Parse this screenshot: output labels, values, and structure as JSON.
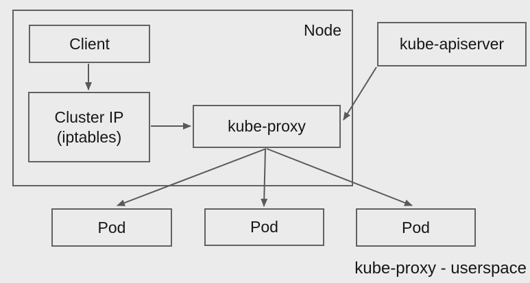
{
  "colors": {
    "background": "#ebebeb",
    "border_color": "#616161",
    "arrow_color": "#595959",
    "text_color": "#161616"
  },
  "diagram": {
    "node": {
      "label": "Node"
    },
    "boxes": {
      "client": {
        "label": "Client"
      },
      "cluster_ip": {
        "label": "Cluster IP",
        "sublabel": "(iptables)"
      },
      "kube_proxy": {
        "label": "kube-proxy"
      },
      "kube_apiserver": {
        "label": "kube-apiserver"
      },
      "pod_1": {
        "label": "Pod"
      },
      "pod_2": {
        "label": "Pod"
      },
      "pod_3": {
        "label": "Pod"
      }
    },
    "caption": "kube-proxy - userspace",
    "edges": [
      {
        "from": "Client",
        "to": "Cluster IP (iptables)"
      },
      {
        "from": "Cluster IP (iptables)",
        "to": "kube-proxy"
      },
      {
        "from": "kube-apiserver",
        "to": "kube-proxy"
      },
      {
        "from": "kube-proxy",
        "to": "Pod (left)"
      },
      {
        "from": "kube-proxy",
        "to": "Pod (middle)"
      },
      {
        "from": "kube-proxy",
        "to": "Pod (right)"
      }
    ]
  }
}
